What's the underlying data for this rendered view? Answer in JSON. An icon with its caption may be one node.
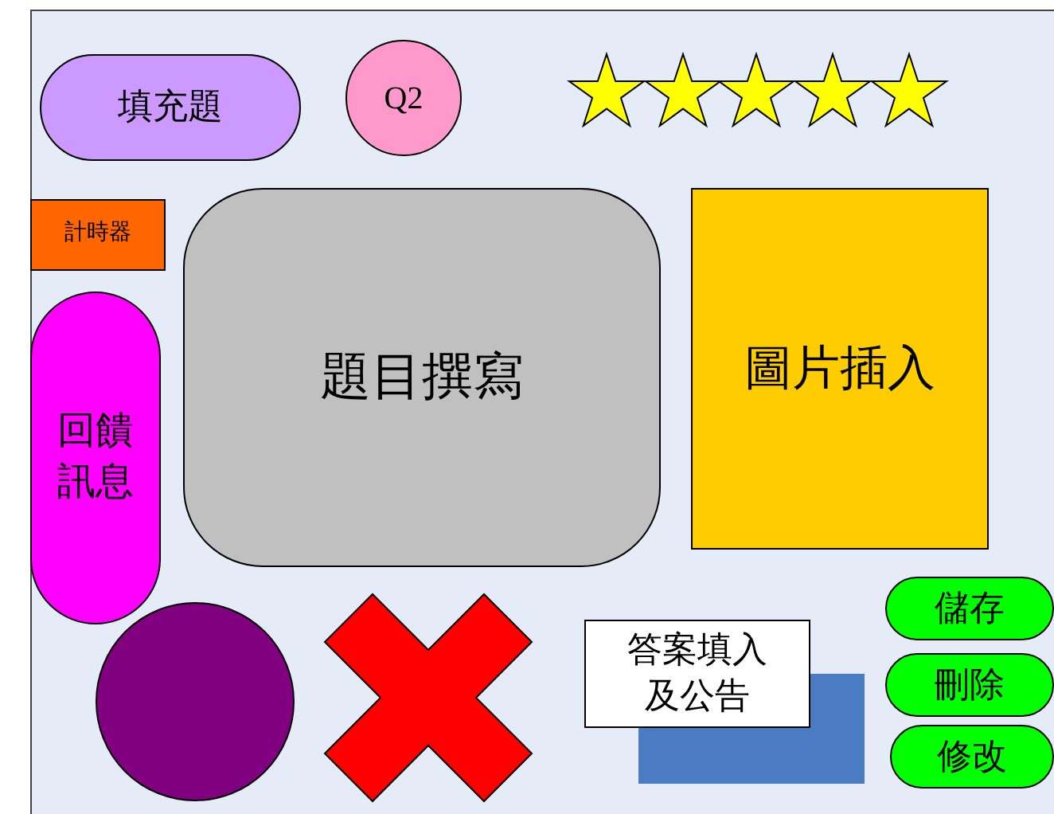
{
  "diagram": {
    "nodes": [
      {
        "text": [
          "填充題"
        ]
      },
      {
        "text": [
          "Q2"
        ]
      },
      {
        "text": [],
        "shape": "star"
      },
      {
        "text": [],
        "shape": "star"
      },
      {
        "text": [],
        "shape": "star"
      },
      {
        "text": [],
        "shape": "star"
      },
      {
        "text": [],
        "shape": "star"
      },
      {
        "text": [
          "計時器"
        ]
      },
      {
        "text": [
          "題目撰寫"
        ]
      },
      {
        "text": [
          "圖片插入"
        ]
      },
      {
        "text": [
          "回饋訊息"
        ]
      },
      {
        "text": [],
        "shape": "circle"
      },
      {
        "text": [],
        "shape": "cross"
      },
      {
        "text": [
          "答案填入及公告"
        ]
      },
      {
        "text": [],
        "shape": "box"
      },
      {
        "text": [
          "儲存"
        ]
      },
      {
        "text": [
          "刪除"
        ]
      },
      {
        "text": [
          "修改"
        ]
      }
    ]
  }
}
